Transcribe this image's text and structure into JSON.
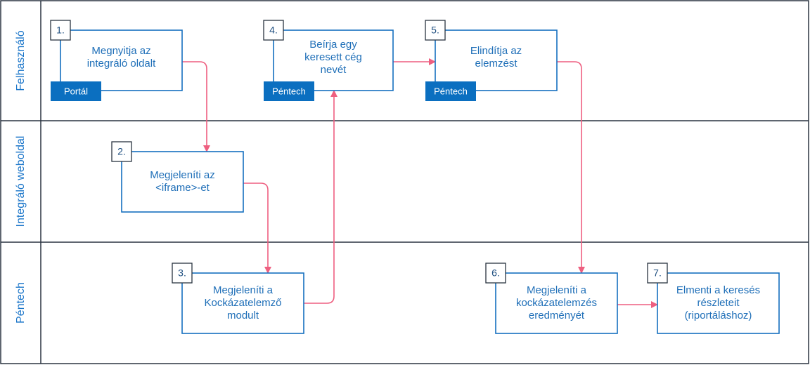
{
  "lanes": [
    {
      "id": "felhasznalo",
      "label": "Felhasználó"
    },
    {
      "id": "integralo",
      "label": "Integráló weboldal"
    },
    {
      "id": "pentech",
      "label": "Péntech"
    }
  ],
  "steps": [
    {
      "id": "s1",
      "number": "1.",
      "lines": [
        "Megnyitja az",
        "integráló oldalt"
      ],
      "tag": "Portál"
    },
    {
      "id": "s2",
      "number": "2.",
      "lines": [
        "Megjeleníti az",
        "<iframe>-et"
      ],
      "tag": ""
    },
    {
      "id": "s3",
      "number": "3.",
      "lines": [
        "Megjeleníti a",
        "Kockázatelemző",
        "modult"
      ],
      "tag": ""
    },
    {
      "id": "s4",
      "number": "4.",
      "lines": [
        "Beírja egy",
        "keresett cég",
        "nevét"
      ],
      "tag": "Péntech"
    },
    {
      "id": "s5",
      "number": "5.",
      "lines": [
        "Elindítja  az",
        "elemzést"
      ],
      "tag": "Péntech"
    },
    {
      "id": "s6",
      "number": "6.",
      "lines": [
        "Megjeleníti a",
        "kockázatelemzés",
        "eredményét"
      ],
      "tag": ""
    },
    {
      "id": "s7",
      "number": "7.",
      "lines": [
        "Elmenti a keresés",
        "részleteit",
        "(riportáláshoz)"
      ],
      "tag": ""
    }
  ],
  "connections": [
    {
      "from": "s1",
      "to": "s2"
    },
    {
      "from": "s2",
      "to": "s3"
    },
    {
      "from": "s3",
      "to": "s4"
    },
    {
      "from": "s4",
      "to": "s5"
    },
    {
      "from": "s5",
      "to": "s6"
    },
    {
      "from": "s6",
      "to": "s7"
    }
  ],
  "colors": {
    "box_border": "#1570c0",
    "lane_border": "#2a3440",
    "tag_fill": "#0b6fc0",
    "arrow": "#ee5f80",
    "text": "#1f6fb8"
  }
}
